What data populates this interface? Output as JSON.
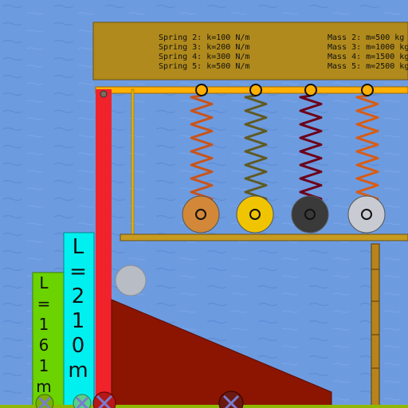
{
  "colors": {
    "sky": "#6d9be0",
    "ground": "#8fb800",
    "info_panel": "#b08a1c",
    "frame_beam": "#ffb000",
    "red_post": "#f0232b",
    "ramp": "#8b1500",
    "shelf": "#c79a20",
    "tape_green": "#6ad300",
    "tape_cyan": "#00f0f0",
    "wood_post": "#b8841a"
  },
  "info_panel": {
    "springs": [
      "Spring 2: k=100 N/m",
      "Spring 3: k=200 N/m",
      "Spring 4: k=300 N/m",
      "Spring 5: k=500 N/m"
    ],
    "masses": [
      "Mass 2: m=500  kg",
      "Mass 3: m=1000 kg",
      "Mass 4: m=1500 kg",
      "Mass 5: m=2500 kg"
    ]
  },
  "springs": [
    {
      "name": "spring-2",
      "color": "#c8541a",
      "mass_color": "#d28838"
    },
    {
      "name": "spring-3",
      "color": "#5f5a22",
      "mass_color": "#f0c400"
    },
    {
      "name": "spring-4",
      "color": "#6c0018",
      "mass_color": "#3a3a3a"
    },
    {
      "name": "spring-5",
      "color": "#d85c14",
      "mass_color": "#c8ccd2"
    }
  ],
  "tapes": {
    "green": {
      "chars": [
        "L",
        "=",
        "1",
        "6",
        "1",
        "m"
      ]
    },
    "cyan": {
      "chars": [
        "L",
        "=",
        "2",
        "1",
        "0",
        "m"
      ]
    }
  },
  "icons": [
    "x-marker-icon",
    "pivot-icon",
    "ball-icon"
  ]
}
